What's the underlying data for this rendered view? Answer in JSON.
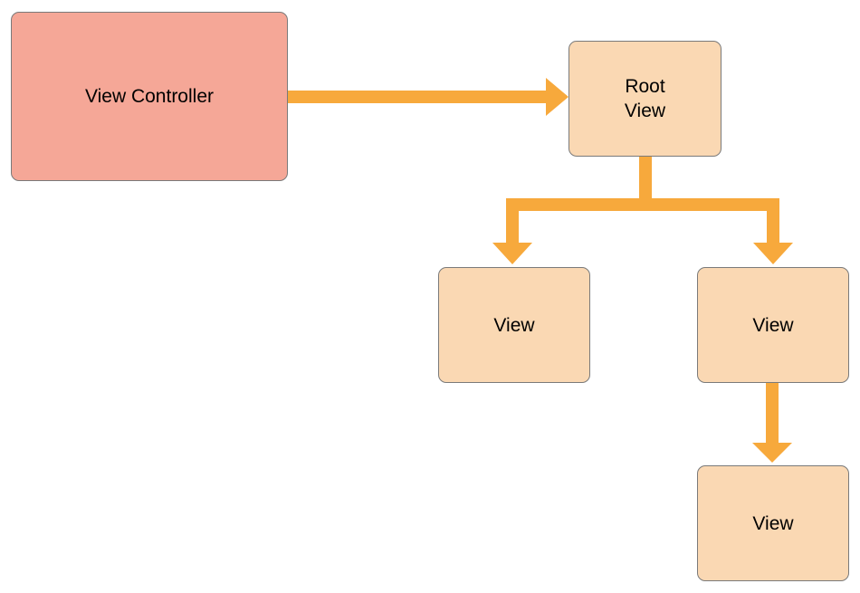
{
  "diagram": {
    "nodes": {
      "view_controller": {
        "label": "View Controller",
        "fill": "#f5a797"
      },
      "root_view": {
        "label": "Root\nView",
        "fill": "#fad8b3"
      },
      "view_left": {
        "label": "View",
        "fill": "#fad8b3"
      },
      "view_right": {
        "label": "View",
        "fill": "#fad8b3"
      },
      "view_bottom": {
        "label": "View",
        "fill": "#fad8b3"
      }
    },
    "edges": [
      {
        "from": "view_controller",
        "to": "root_view"
      },
      {
        "from": "root_view",
        "to": "view_left"
      },
      {
        "from": "root_view",
        "to": "view_right"
      },
      {
        "from": "view_right",
        "to": "view_bottom"
      }
    ],
    "colors": {
      "arrow": "#f7a93c",
      "border": "#7a7a7a"
    }
  }
}
